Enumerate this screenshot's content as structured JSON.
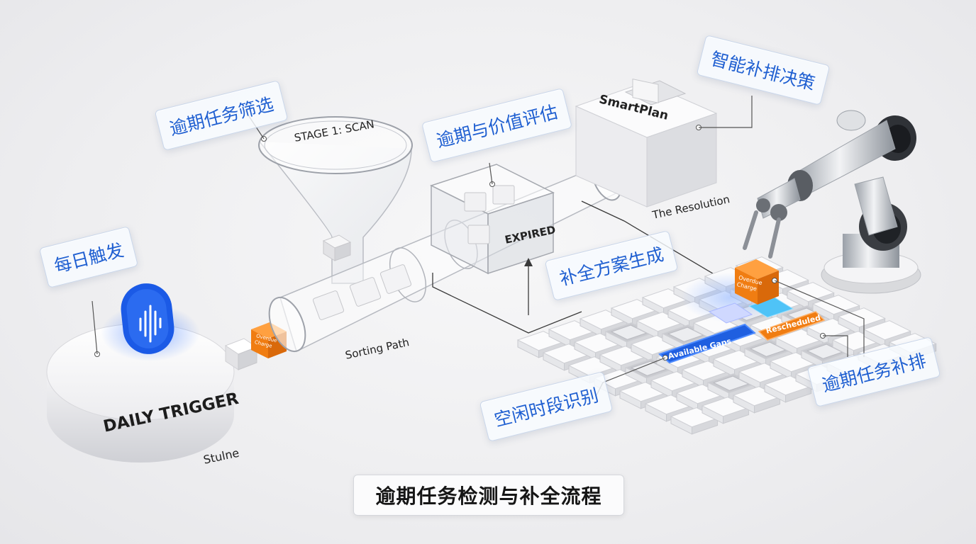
{
  "title": "逾期任务检测与补全流程",
  "tags": {
    "daily_trigger": "每日触发",
    "overdue_filter": "逾期任务筛选",
    "overdue_value_eval": "逾期与价值评估",
    "smart_reschedule_decision": "智能补排决策",
    "plan_generation": "补全方案生成",
    "free_slot_detection": "空闲时段识别",
    "overdue_reschedule": "逾期任务补排"
  },
  "labels": {
    "daily_trigger": "DAILY TRIGGER",
    "stlune": "Stulne",
    "stage": "STAGE 1: SCAN",
    "expired": "EXPIRED",
    "sorting_path": "Sorting Path",
    "smartplan": "SmartPlan",
    "resolution": "The Resolution",
    "available_gaps": "Available Gaps",
    "orange_block": "Overdue Charge",
    "orange_small": "Overdue Charge",
    "backlog_label": "Rescheduled"
  },
  "colors": {
    "accent_blue": "#1f5fd1",
    "orange": "#f07d12",
    "cyan": "#4fc3f7",
    "trigger_button": "#1b5ae6"
  },
  "icons": [
    "audio-wave-icon"
  ]
}
